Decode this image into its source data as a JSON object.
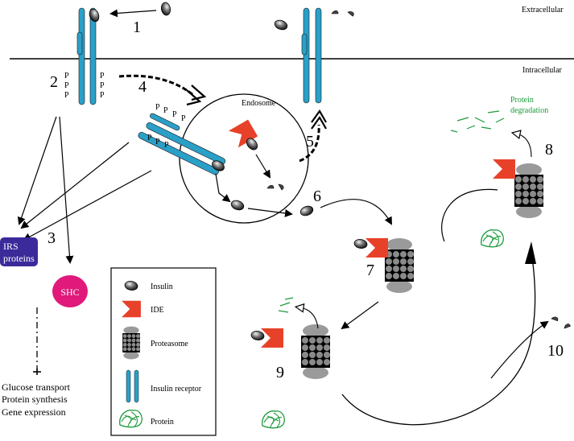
{
  "labels": {
    "extracellular": "Extracellular",
    "intracellular": "Intracellular",
    "endosome": "Endosome",
    "protein_degradation_line1": "Protein",
    "protein_degradation_line2": "degradation",
    "phospho": "P"
  },
  "steps": {
    "s1": "1",
    "s2": "2",
    "s3": "3",
    "s4": "4",
    "s5": "5",
    "s6": "6",
    "s7": "7",
    "s8": "8",
    "s9": "9",
    "s10": "10"
  },
  "boxes": {
    "irs_line1": "IRS",
    "irs_line2": "proteins",
    "shc": "SHC"
  },
  "outcomes": [
    "Glucose transport",
    "Protein synthesis",
    "Gene expression"
  ],
  "legend": {
    "insulin": "Insulin",
    "ide": "IDE",
    "proteasome": "Proteasome",
    "insulin_receptor": "Insulin receptor",
    "protein": "Protein"
  },
  "colors": {
    "receptor": "#2aa0c8",
    "ide": "#e8412a",
    "irs": "#3b2a9a",
    "shc": "#e0197a",
    "protein": "#1a9a3a",
    "proteasome": "#9a9a9a"
  }
}
